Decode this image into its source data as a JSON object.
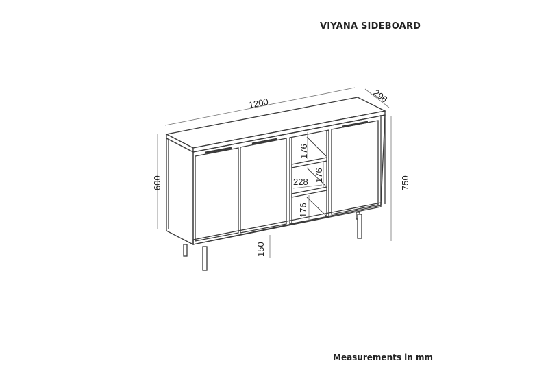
{
  "title": "VIYANA SIDEBOARD",
  "footer": "Measurements in mm",
  "dimensions": {
    "width": "1200",
    "depth": "296",
    "total_height": "750",
    "body_height": "600",
    "leg_height": "150",
    "shelf_top": "176",
    "shelf_middle": "176",
    "shelf_bottom": "176",
    "shelf_width": "228"
  },
  "colors": {
    "line": "#3a3a3a",
    "dimension_line": "#777777",
    "text": "#222222",
    "background": "#ffffff"
  }
}
